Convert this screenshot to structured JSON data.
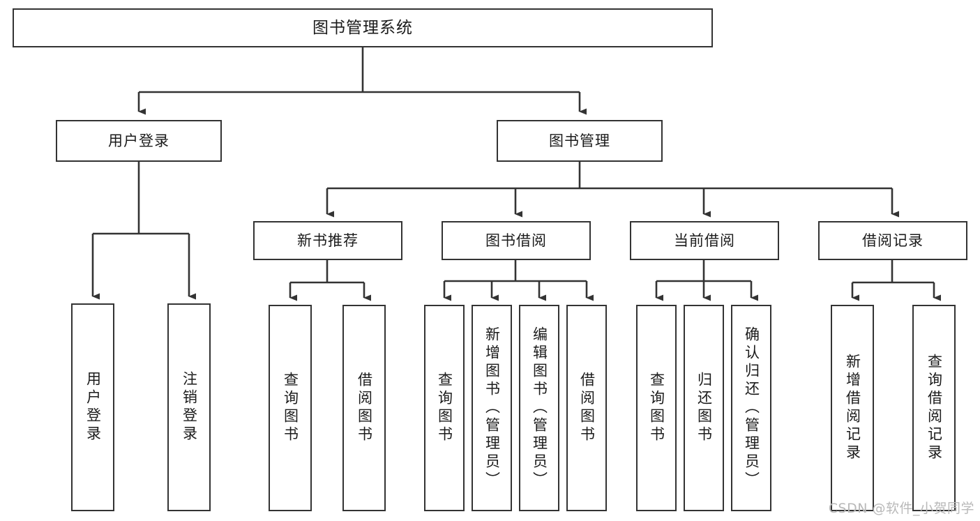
{
  "diagram": {
    "title": "图书管理系统",
    "type": "tree-hierarchy",
    "orientation": "top-down",
    "background_color": "#ffffff",
    "box_border_color": "#333333",
    "connector_color": "#333333",
    "text_color": "#1b1b1b"
  },
  "watermark": {
    "text": "CSDN @软件_小贺同学",
    "color": "#b9b9b9"
  },
  "nodes": {
    "root": {
      "label": "图书管理系统"
    },
    "user_login": {
      "label": "用户登录"
    },
    "book_manage": {
      "label": "图书管理"
    },
    "new_book_rec": {
      "label": "新书推荐"
    },
    "book_borrow": {
      "label": "图书借阅"
    },
    "current_borrow": {
      "label": "当前借阅"
    },
    "borrow_record": {
      "label": "借阅记录"
    },
    "leaf_user_login": {
      "label": "用户登录"
    },
    "leaf_user_logout": {
      "label": "注销登录"
    },
    "leaf_rec_query": {
      "label": "查询图书"
    },
    "leaf_rec_borrow": {
      "label": "借阅图书"
    },
    "leaf_borrow_query": {
      "label": "查询图书"
    },
    "leaf_borrow_add": {
      "label": "新增图书（管理员）"
    },
    "leaf_borrow_edit": {
      "label": "编辑图书（管理员）"
    },
    "leaf_borrow_lend": {
      "label": "借阅图书"
    },
    "leaf_cur_query": {
      "label": "查询图书"
    },
    "leaf_cur_return": {
      "label": "归还图书"
    },
    "leaf_cur_confirm": {
      "label": "确认归还（管理员）"
    },
    "leaf_rec_add": {
      "label": "新增借阅记录"
    },
    "leaf_rec_search": {
      "label": "查询借阅记录"
    }
  },
  "chart_data": {
    "type": "table",
    "title": "图书管理系统 功能结构图",
    "levels": [
      {
        "level": 0,
        "items": [
          "图书管理系统"
        ]
      },
      {
        "level": 1,
        "items": [
          "用户登录",
          "图书管理"
        ]
      },
      {
        "level": 2,
        "items": [
          "新书推荐",
          "图书借阅",
          "当前借阅",
          "借阅记录"
        ]
      },
      {
        "level": 3,
        "items": [
          "用户登录",
          "注销登录",
          "查询图书",
          "借阅图书",
          "查询图书",
          "新增图书（管理员）",
          "编辑图书（管理员）",
          "借阅图书",
          "查询图书",
          "归还图书",
          "确认归还（管理员）",
          "新增借阅记录",
          "查询借阅记录"
        ]
      }
    ],
    "edges": [
      {
        "from": "图书管理系统",
        "to": "用户登录"
      },
      {
        "from": "图书管理系统",
        "to": "图书管理"
      },
      {
        "from": "用户登录",
        "to": "用户登录"
      },
      {
        "from": "用户登录",
        "to": "注销登录"
      },
      {
        "from": "图书管理",
        "to": "新书推荐"
      },
      {
        "from": "图书管理",
        "to": "图书借阅"
      },
      {
        "from": "图书管理",
        "to": "当前借阅"
      },
      {
        "from": "图书管理",
        "to": "借阅记录"
      },
      {
        "from": "新书推荐",
        "to": "查询图书"
      },
      {
        "from": "新书推荐",
        "to": "借阅图书"
      },
      {
        "from": "图书借阅",
        "to": "查询图书"
      },
      {
        "from": "图书借阅",
        "to": "新增图书（管理员）"
      },
      {
        "from": "图书借阅",
        "to": "编辑图书（管理员）"
      },
      {
        "from": "图书借阅",
        "to": "借阅图书"
      },
      {
        "from": "当前借阅",
        "to": "查询图书"
      },
      {
        "from": "当前借阅",
        "to": "归还图书"
      },
      {
        "from": "当前借阅",
        "to": "确认归还（管理员）"
      },
      {
        "from": "借阅记录",
        "to": "新增借阅记录"
      },
      {
        "from": "借阅记录",
        "to": "查询借阅记录"
      }
    ]
  }
}
